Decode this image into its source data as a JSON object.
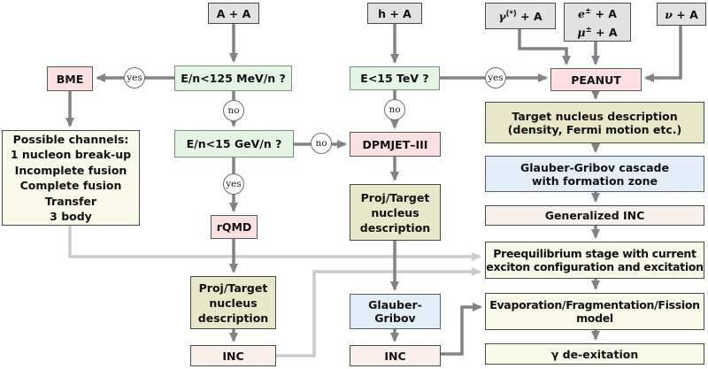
{
  "colors": {
    "gray_box": "#e2e2e2",
    "green_box": "#e4f6e3",
    "pink_box": "#fce1e0",
    "olive_box": "#e8e8c9",
    "blue_box": "#e3eef9",
    "ivory_box": "#fafaeb",
    "cream_box": "#f8f0e9",
    "border_dark": "#4a4a4a",
    "border_mid": "#5c5c5c",
    "border_green": "#7d8f7d",
    "border_blue": "#51616e",
    "circle_border": "#6f6f6f",
    "arrow_dark": "#828282",
    "arrow_light": "#cbcbcb"
  },
  "labels": {
    "yes": "yes",
    "no": "no"
  },
  "top_inputs": {
    "a_a": "A + A",
    "h_a": "h + A",
    "gamma": {
      "base": "γ",
      "sup": "(*)",
      "tail": " + A"
    },
    "lepton": {
      "l1": {
        "base": "e",
        "sup": "±",
        "tail": " + A"
      },
      "l2": {
        "base": "μ",
        "sup": "±",
        "tail": " + A"
      }
    },
    "nu": {
      "base": "ν",
      "tail": " + A"
    }
  },
  "decisions": {
    "e125": "E/n<125 MeV/n ?",
    "e15gev": "E/n<15 GeV/n ?",
    "e15tev": "E<15 TeV ?"
  },
  "models": {
    "bme": "BME",
    "peanut": "PEANUT",
    "dpmjet": "DPMJET–III",
    "rqmd": "rQMD"
  },
  "stages": {
    "possible_channels": "Possible channels:\n1 nucleon break-up\nIncomplete fusion\nComplete fusion\nTransfer\n3 body",
    "proj_target_left": "Proj/Target\nnucleus\ndescription",
    "proj_target_right": "Proj/Target\nnucleus\ndescription",
    "target_desc": "Target nucleus description\n(density, Fermi motion etc.)",
    "gg_cascade": "Glauber-Gribov cascade\nwith formation zone",
    "gg_small": "Glauber-\nGribov",
    "gen_inc": "Generalized INC",
    "inc_left": "INC",
    "inc_right": "INC",
    "preequilibrium": "Preequilibrium stage with current\nexciton configuration and excitation",
    "evaporation": "Evaporation/Fragmentation/Fission\nmodel",
    "gamma_deexcitation": "γ de-exitation"
  }
}
